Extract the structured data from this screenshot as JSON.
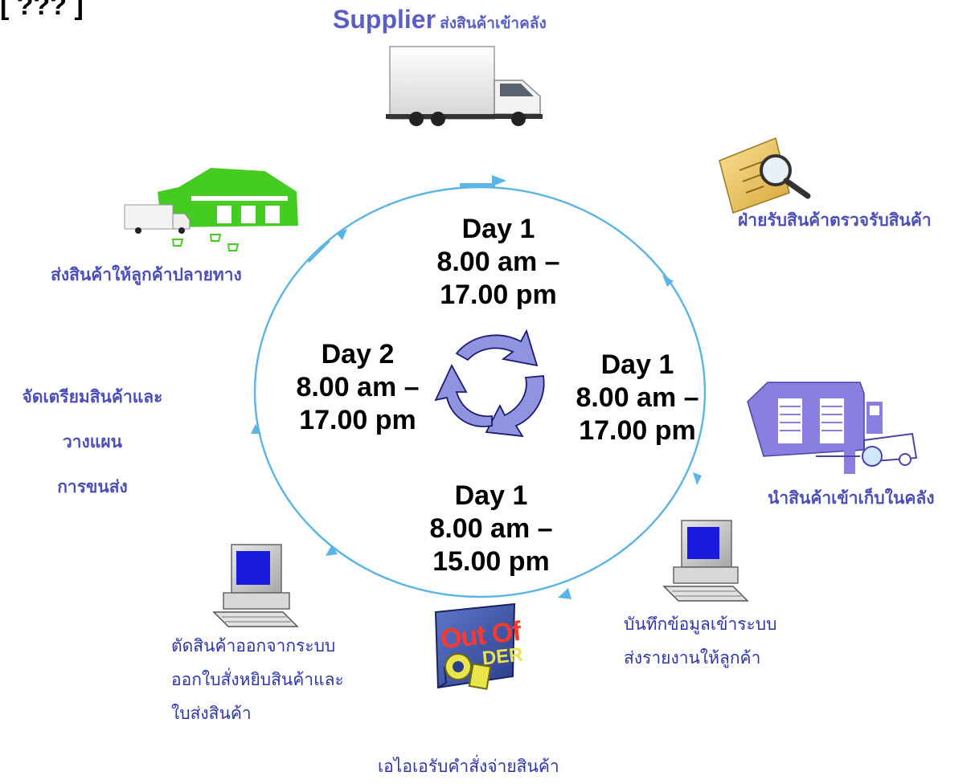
{
  "header": {
    "corner_text": "[ ??? ]",
    "supplier_word": "Supplier",
    "supplier_action": "ส่งสินค้าเข้าคลัง"
  },
  "cycle_labels": {
    "top": {
      "day": "Day 1",
      "start": "8.00 am –",
      "end": "17.00 pm"
    },
    "right": {
      "day": "Day 1",
      "start": "8.00 am –",
      "end": "17.00 pm"
    },
    "bottom": {
      "day": "Day 1",
      "start": "8.00 am –",
      "end": "15.00 pm"
    },
    "left": {
      "day": "Day 2",
      "start": "8.00 am –",
      "end": "17.00 pm"
    }
  },
  "steps": {
    "receiving_check": "ฝ่ายรับสินค้าตรวจรับสินค้า",
    "store_in_warehouse": "นำสินค้าเข้าเก็บในคลัง",
    "record_line1": "บันทึกข้อมูลเข้าระบบ",
    "record_line2": "ส่งรายงานให้ลูกค้า",
    "ai_receive_order": "เอไอเอรับคำสั่งจ่ายสินค้า",
    "cut_line1": "ตัดสินค้าออกจากระบบ",
    "cut_line2": "ออกใบสั่งหยิบสินค้าและ",
    "cut_line3": "ใบส่งสินค้า",
    "prepare_line1": "จัดเตรียมสินค้าและ",
    "prepare_line2": "วางแผน",
    "prepare_line3": "การขนส่ง",
    "deliver_customer": "ส่งสินค้าให้ลูกค้าปลายทาง"
  },
  "sign": {
    "line1": "Out Of",
    "line2_left": "O",
    "line2_right": "DER"
  },
  "colors": {
    "cycle": "#5ab4e5",
    "thai_text": "#4d4fb8",
    "thai_dark": "#2d35a8",
    "recycle_fill": "#8f93e0",
    "store_green": "#44cc22"
  }
}
